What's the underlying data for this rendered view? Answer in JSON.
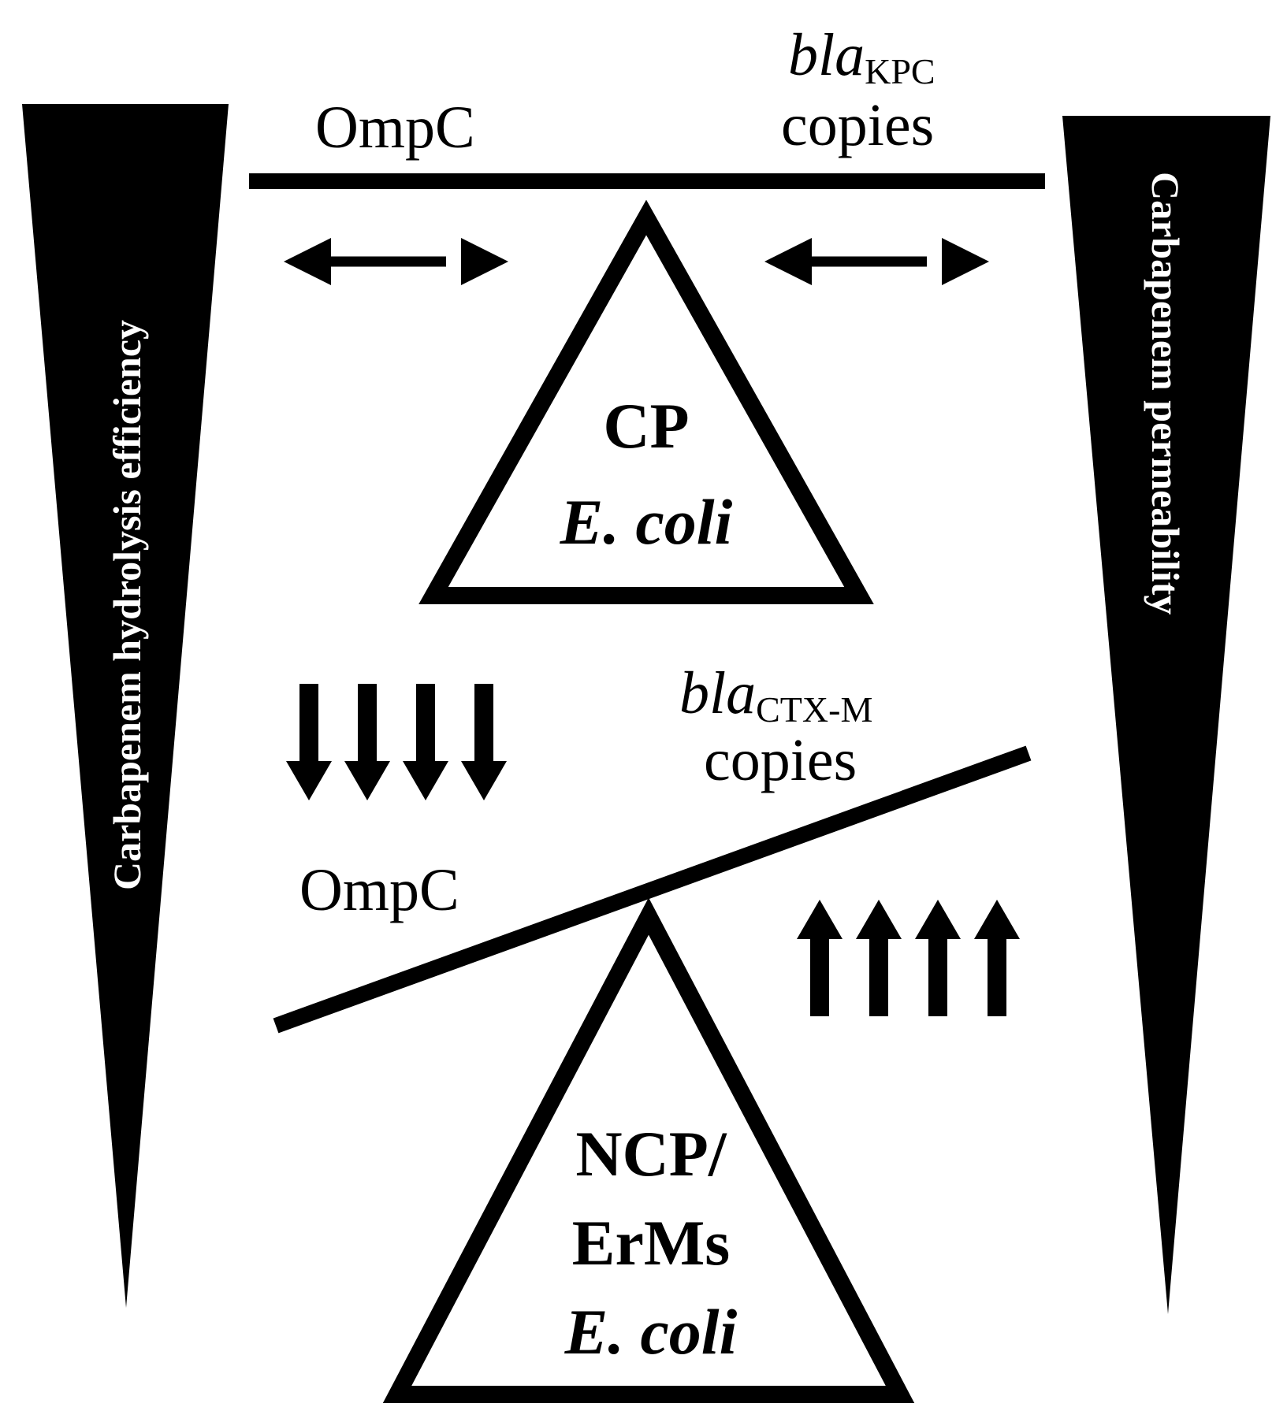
{
  "colors": {
    "ink": "#000000",
    "paper": "#ffffff"
  },
  "left_wedge": {
    "label": "Carbapenem hydrolysis efficiency"
  },
  "right_wedge": {
    "label": "Carbapenem permeability"
  },
  "top_balance": {
    "left_label": "OmpC",
    "right_label_gene": "bla",
    "right_label_subscript": "KPC",
    "right_label_line2": "copies",
    "fulcrum_line1": "CP",
    "fulcrum_line2": "E. coli",
    "left_arrow_icon": "double-headed-arrow-icon",
    "right_arrow_icon": "double-headed-arrow-icon"
  },
  "bottom_balance": {
    "left_label": "OmpC",
    "right_label_gene": "bla",
    "right_label_subscript": "CTX-M",
    "right_label_line2": "copies",
    "fulcrum_line1": "NCP/",
    "fulcrum_line2": "ErMs",
    "fulcrum_line3": "E. coli",
    "down_arrow_icon": "down-arrow-icon",
    "down_arrow_count": 4,
    "up_arrow_icon": "up-arrow-icon",
    "up_arrow_count": 4
  }
}
